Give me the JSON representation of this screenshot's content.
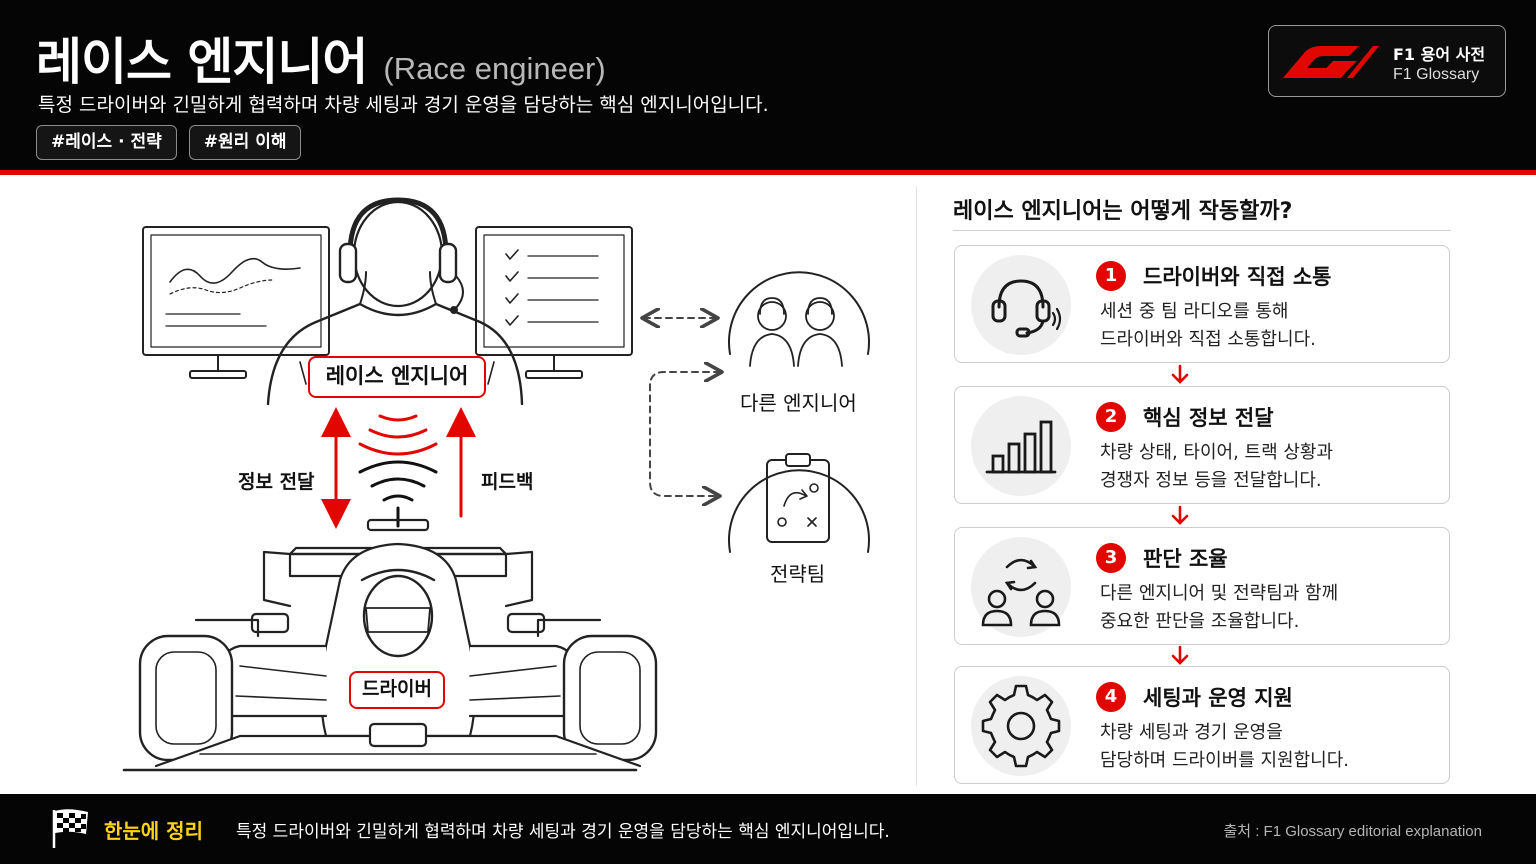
{
  "header": {
    "title_ko": "레이스 엔지니어",
    "title_en": "(Race engineer)",
    "subtitle": "특정 드라이버와 긴밀하게 협력하며 차량 세팅과 경기 운영을 담당하는 핵심 엔지니어입니다.",
    "tags": [
      "#레이스 · 전략",
      "#원리 이해"
    ],
    "brand": {
      "line1": "F1 용어 사전",
      "line2": "F1 Glossary"
    }
  },
  "illustration": {
    "engineer_label": "레이스 엔지니어",
    "driver_label": "드라이버",
    "info_label": "정보 전달",
    "feedback_label": "피드백",
    "other_engineers_label": "다른 엔지니어",
    "strategy_team_label": "전략팀"
  },
  "how": {
    "title": "레이스 엔지니어는 어떻게 작동할까?",
    "steps": [
      {
        "num": "1",
        "icon": "headset-icon",
        "title": "드라이버와 직접 소통",
        "desc": [
          "세션 중 팀 라디오를 통해",
          "드라이버와 직접 소통합니다."
        ]
      },
      {
        "num": "2",
        "icon": "bar-chart-icon",
        "title": "핵심 정보 전달",
        "desc": [
          "차량 상태, 타이어, 트랙 상황과",
          "경쟁자 정보 등을 전달합니다."
        ]
      },
      {
        "num": "3",
        "icon": "collaboration-icon",
        "title": "판단 조율",
        "desc": [
          "다른 엔지니어 및 전략팀과 함께",
          "중요한 판단을 조율합니다."
        ]
      },
      {
        "num": "4",
        "icon": "gear-icon",
        "title": "세팅과 운영 지원",
        "desc": [
          "차량 세팅과 경기 운영을",
          "담당하며 드라이버를 지원합니다."
        ]
      }
    ]
  },
  "footer": {
    "key": "한눈에 정리",
    "text": "특정 드라이버와 긴밀하게 협력하며 차량 세팅과 경기 운영을 담당하는 핵심 엔지니어입니다.",
    "source": "출처 : F1 Glossary editorial explanation"
  },
  "colors": {
    "accent": "#e10600",
    "highlight": "#ffd21a",
    "background_dark": "#050505"
  }
}
